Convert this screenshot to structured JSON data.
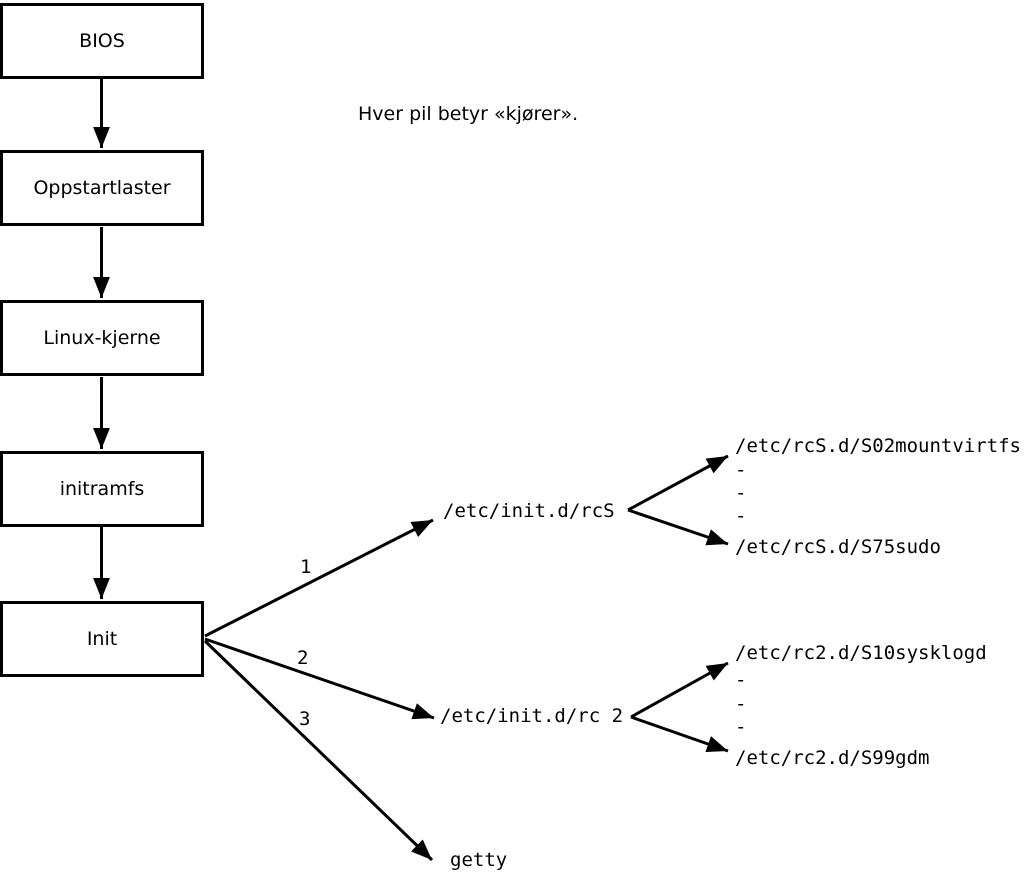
{
  "diagram": {
    "caption": "Hver pil betyr «kjører».",
    "boot_chain": [
      {
        "label": "BIOS"
      },
      {
        "label": "Oppstartlaster"
      },
      {
        "label": "Linux-kjerne"
      },
      {
        "label": "initramfs"
      },
      {
        "label": "Init"
      }
    ],
    "branches": [
      {
        "number": "1",
        "target": "/etc/init.d/rcS",
        "children": {
          "first": "/etc/rcS.d/S02mountvirtfs",
          "dots": [
            "-",
            "-",
            "-"
          ],
          "last": "/etc/rcS.d/S75sudo"
        }
      },
      {
        "number": "2",
        "target": "/etc/init.d/rc 2",
        "children": {
          "first": "/etc/rc2.d/S10sysklogd",
          "dots": [
            "-",
            "-",
            "-"
          ],
          "last": "/etc/rc2.d/S99gdm"
        }
      },
      {
        "number": "3",
        "target": "getty"
      }
    ],
    "colors": {
      "foreground": "#000000",
      "background": "#ffffff"
    }
  }
}
